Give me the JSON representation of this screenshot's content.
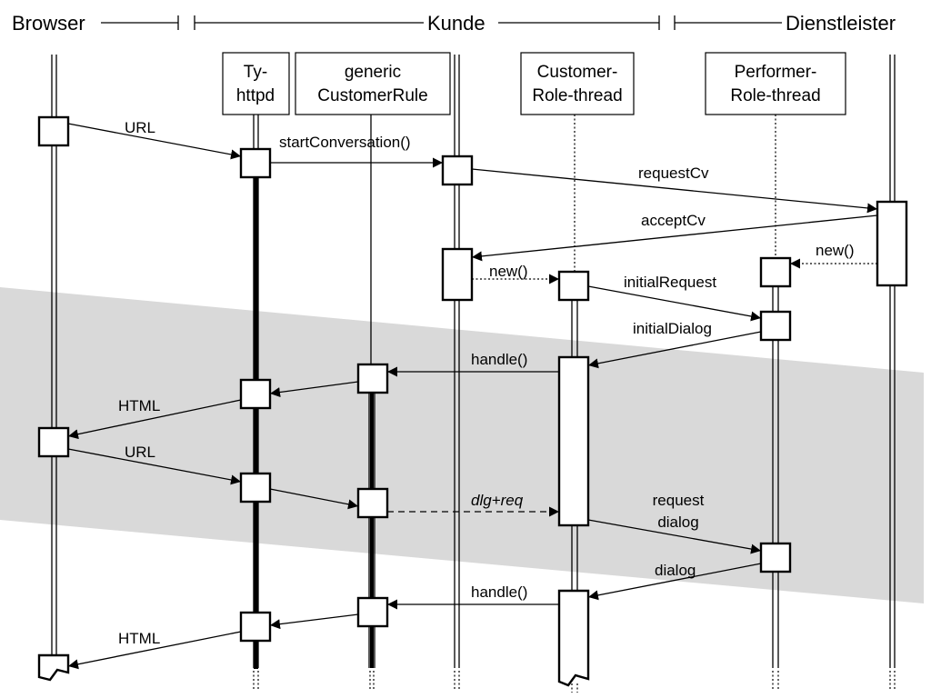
{
  "headers": {
    "browser": "Browser",
    "kunde": "Kunde",
    "dienstleister": "Dienstleister"
  },
  "objects": {
    "tyhttpd": [
      "Ty-",
      "httpd"
    ],
    "generic_customer_rule": [
      "generic",
      "CustomerRule"
    ],
    "customer_role_thread": [
      "Customer-",
      "Role-thread"
    ],
    "performer_role_thread": [
      "Performer-",
      "Role-thread"
    ]
  },
  "messages": {
    "url_1": "URL",
    "start_conversation": "startConversation()",
    "request_cv": "requestCv",
    "accept_cv": "acceptCv",
    "new_performer": "new()",
    "new_customer": "new()",
    "initial_request": "initialRequest",
    "initial_dialog": "initialDialog",
    "handle_1": "handle()",
    "html_1": "HTML",
    "url_2": "URL",
    "dlg_req": "dlg+req",
    "request_dialog": [
      "request",
      "dialog"
    ],
    "dialog": "dialog",
    "handle_2": "handle()",
    "html_2": "HTML"
  },
  "colors": {
    "shaded_band": "#d9d9d9",
    "line": "#000000",
    "background": "#ffffff"
  }
}
